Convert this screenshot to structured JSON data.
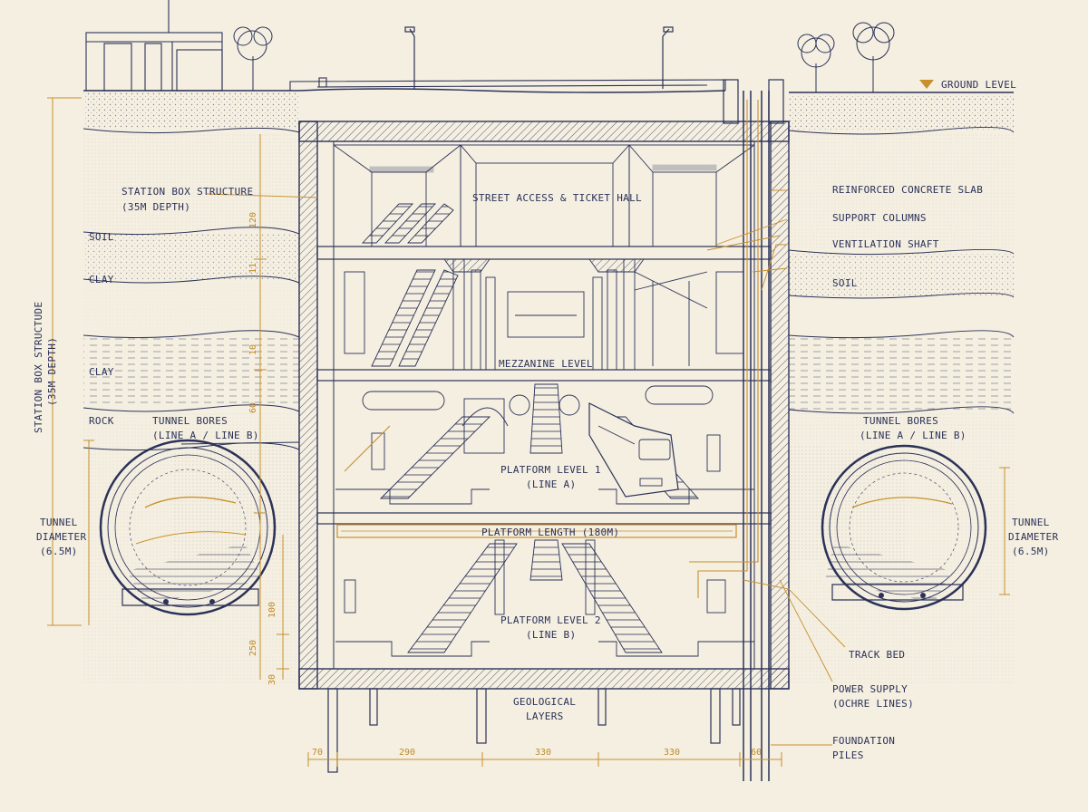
{
  "labels": {
    "ground_level": "GROUND LEVEL",
    "station_box_left": [
      "STATION BOX STRUCTURE",
      "(35M DEPTH)"
    ],
    "station_box_vertical": [
      "STATION BOX STRUCTUDE",
      "(35M DEPTH)"
    ],
    "soil_1": "SOIL",
    "clay_1": "CLAY",
    "clay_2": "CLAY",
    "rock": "ROCK",
    "tunnel_bores_left": [
      "TUNNEL BORES",
      "(LINE A / LINE B)"
    ],
    "tunnel_bores_right": [
      "TUNNEL BORES",
      "(LINE A / LINE B)"
    ],
    "tunnel_diameter_left": [
      "TUNNEL",
      "DIAMETER",
      "(6.5M)"
    ],
    "tunnel_diameter_right": [
      "TUNNEL",
      "DIAMETER",
      "(6.5M)"
    ],
    "street_access": "STREET ACCESS & TICKET HALL",
    "mezzanine": "MEZZANINE LEVEL",
    "platform_1": [
      "PLATFORM LEVEL 1",
      "(LINE A)"
    ],
    "platform_length": "PLATFORM LENGTH (180M)",
    "platform_2": [
      "PLATFORM LEVEL 2",
      "(LINE B)"
    ],
    "geological_layers": [
      "GEOLOGICAL",
      "LAYERS"
    ],
    "reinforced_slab": "REINFORCED CONCRETE SLAB",
    "support_columns": "SUPPORT COLUMNS",
    "ventilation_shaft": "VENTILATION SHAFT",
    "soil_right": "SOIL",
    "track_bed": "TRACK BED",
    "power_supply": [
      "POWER SUPPLY",
      "(OCHRE LINES)"
    ],
    "foundation_piles": [
      "FOUNDATION",
      "PILES"
    ]
  },
  "dimensions": {
    "vertical": [
      "120",
      "11",
      "10",
      "60",
      "100",
      "250",
      "30"
    ],
    "horizontal": [
      "70",
      "290",
      "330",
      "330",
      "60"
    ]
  },
  "colors": {
    "paper": "#f4efe1",
    "ink": "#2b3158",
    "ochre": "#c8902c"
  }
}
